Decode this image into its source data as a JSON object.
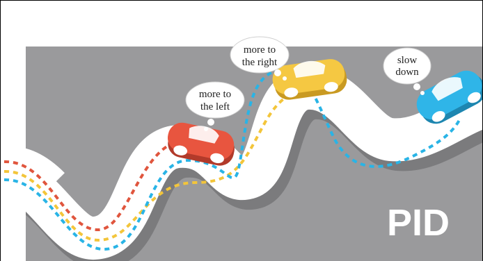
{
  "illustration": {
    "label": "PID",
    "bubbles": {
      "left": {
        "line1": "more to",
        "line2": "the left"
      },
      "right": {
        "line1": "more to",
        "line2": "the right"
      },
      "slow": {
        "line1": "slow",
        "line2": "down"
      }
    },
    "colors": {
      "panel": "#9a9a9c",
      "panel_shadow": "#7b7b7d",
      "road": "#ffffff",
      "red_path": "#e0553d",
      "yellow_path": "#f3c53a",
      "blue_path": "#29b4e6",
      "red_car": "#e8553f",
      "yellow_car": "#f5c842",
      "blue_car": "#2fb5e8"
    }
  }
}
